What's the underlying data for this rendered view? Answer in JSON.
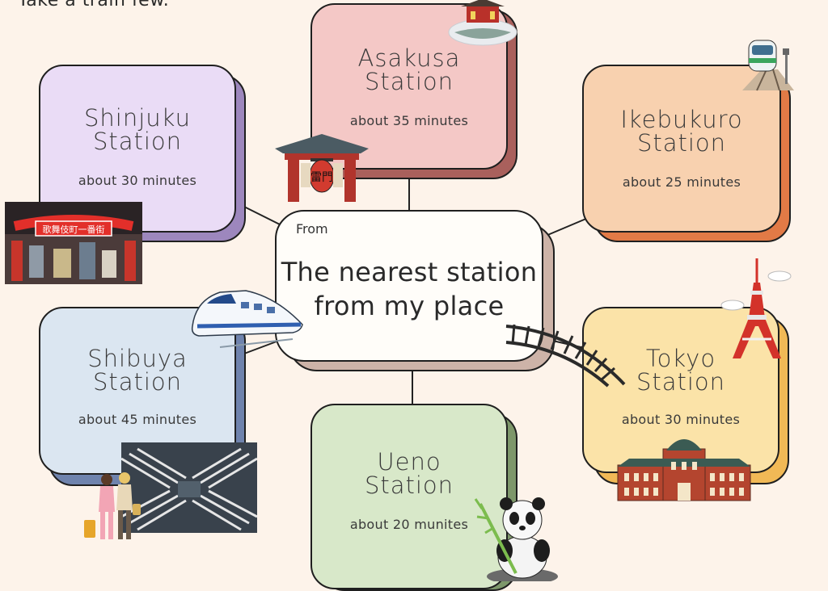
{
  "header": {
    "caption": "Take a train few."
  },
  "center": {
    "from_label": "From",
    "title_line1": "The nearest station",
    "title_line2": "from my place"
  },
  "stations": [
    {
      "name_line1": "Asakusa",
      "name_line2": "Station",
      "time": "about 35 minutes",
      "color": "#f4c8c6",
      "shadow": "#a9605c"
    },
    {
      "name_line1": "Shinjuku",
      "name_line2": "Station",
      "time": "about 30 minutes",
      "color": "#eadcf6",
      "shadow": "#9d87bd"
    },
    {
      "name_line1": "Ikebukuro",
      "name_line2": "Station",
      "time": "about 25 minutes",
      "color": "#f8d1af",
      "shadow": "#e27a46"
    },
    {
      "name_line1": "Shibuya",
      "name_line2": "Station",
      "time": "about 45 minutes",
      "color": "#dbe6f1",
      "shadow": "#6f83ad"
    },
    {
      "name_line1": "Tokyo",
      "name_line2": "Station",
      "time": "about 30 minutes",
      "color": "#fbe3a8",
      "shadow": "#f1b956"
    },
    {
      "name_line1": "Ueno",
      "name_line2": "Station",
      "time": "about 20 munites",
      "color": "#d8e8c9",
      "shadow": "#7d976a"
    }
  ],
  "colors": {
    "background": "#fdf3ea",
    "center_fill": "#fffdf9",
    "center_shadow": "#cdb3a8"
  },
  "sign_text": "歌舞伎町一番街",
  "lantern_text": "雷門"
}
